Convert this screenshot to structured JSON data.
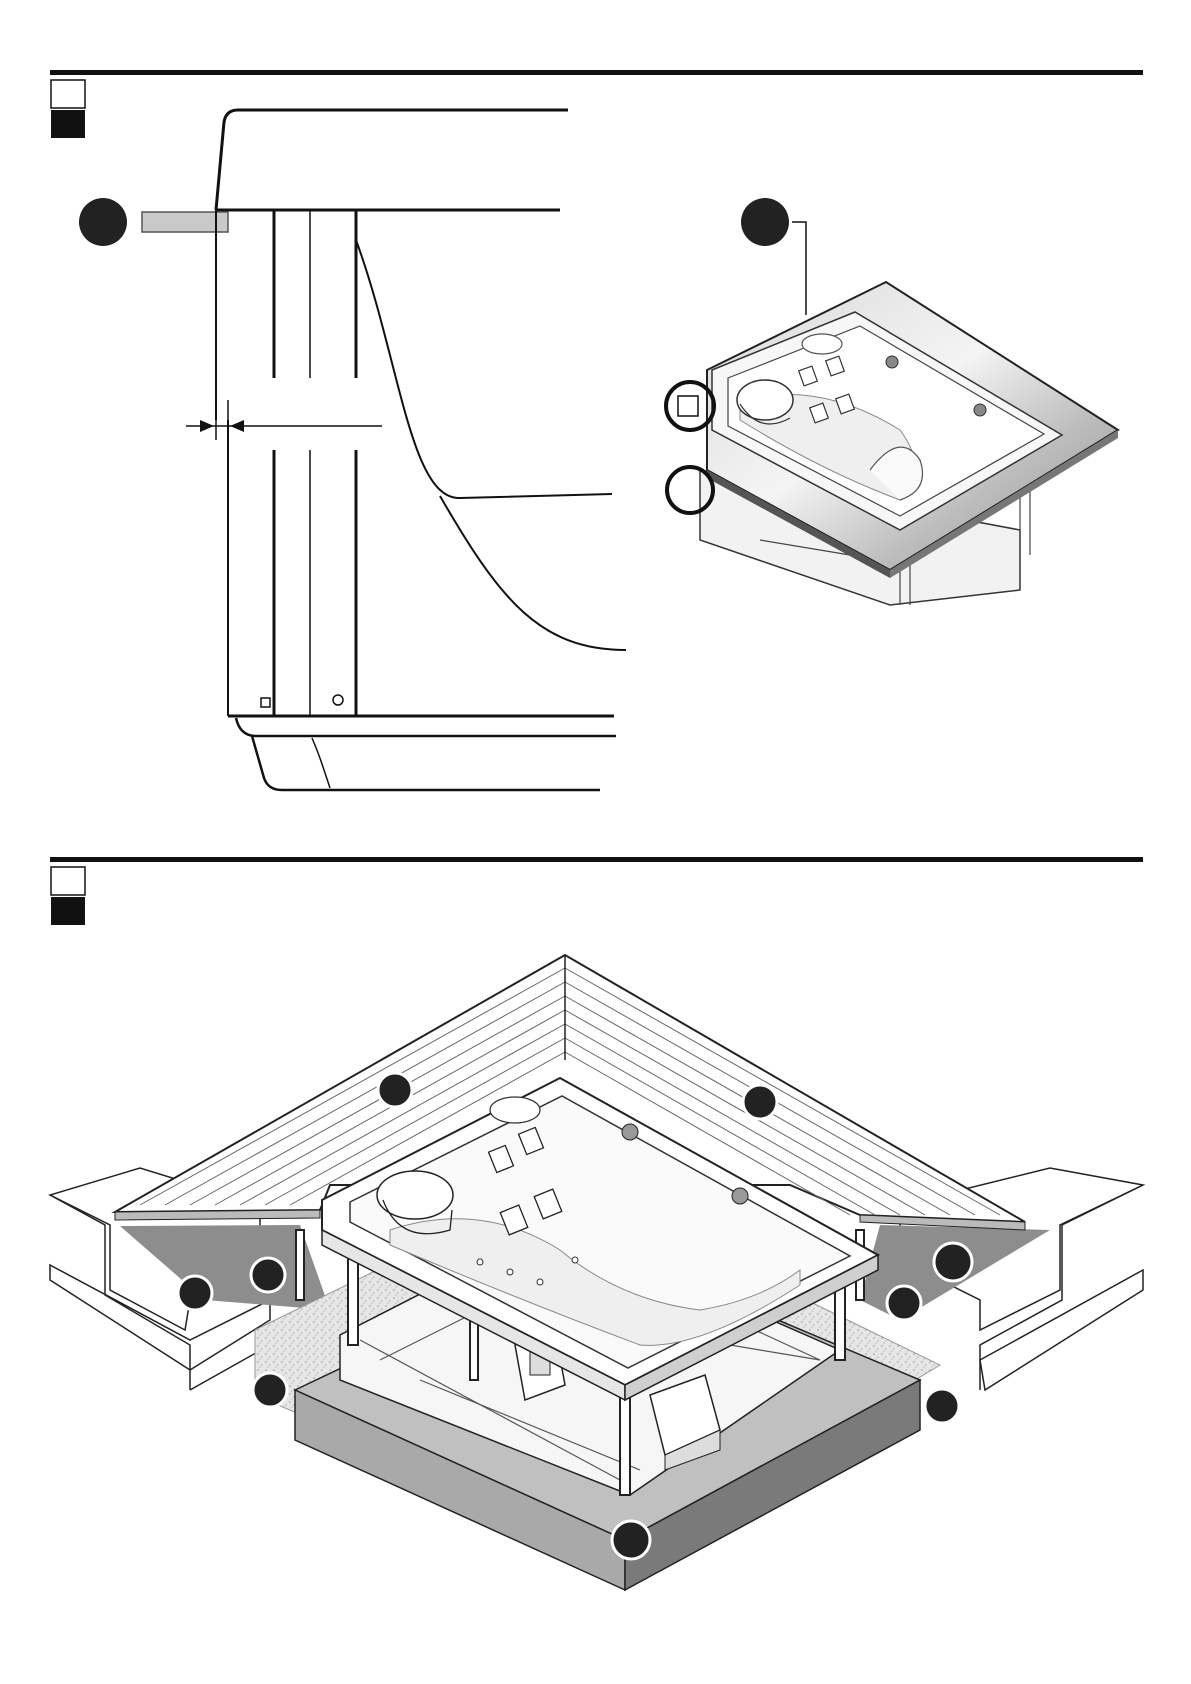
{
  "document": {
    "section_1": {
      "rule": "section-1-rule",
      "markers": [
        "empty-marker",
        "filled-marker"
      ],
      "detail_view": {
        "callouts": [
          "callout-blank"
        ]
      },
      "overview_view": {
        "callouts": [
          "callout-blank"
        ],
        "highlight_rings": 2
      }
    },
    "section_2": {
      "rule": "section-2-rule",
      "markers": [
        "empty-marker",
        "filled-marker"
      ],
      "installation_view": {
        "callouts_count": 9,
        "callout_fill_colors": [
          "#222222"
        ]
      }
    }
  },
  "colors": {
    "ink": "#111111",
    "panel_gray": "#c6c6c6",
    "panel_dark": "#8a8a8a",
    "base_dark": "#7a7a7a",
    "base_light": "#a9a9a9",
    "gravel": "#e3e3e3",
    "callout": "#222222"
  }
}
